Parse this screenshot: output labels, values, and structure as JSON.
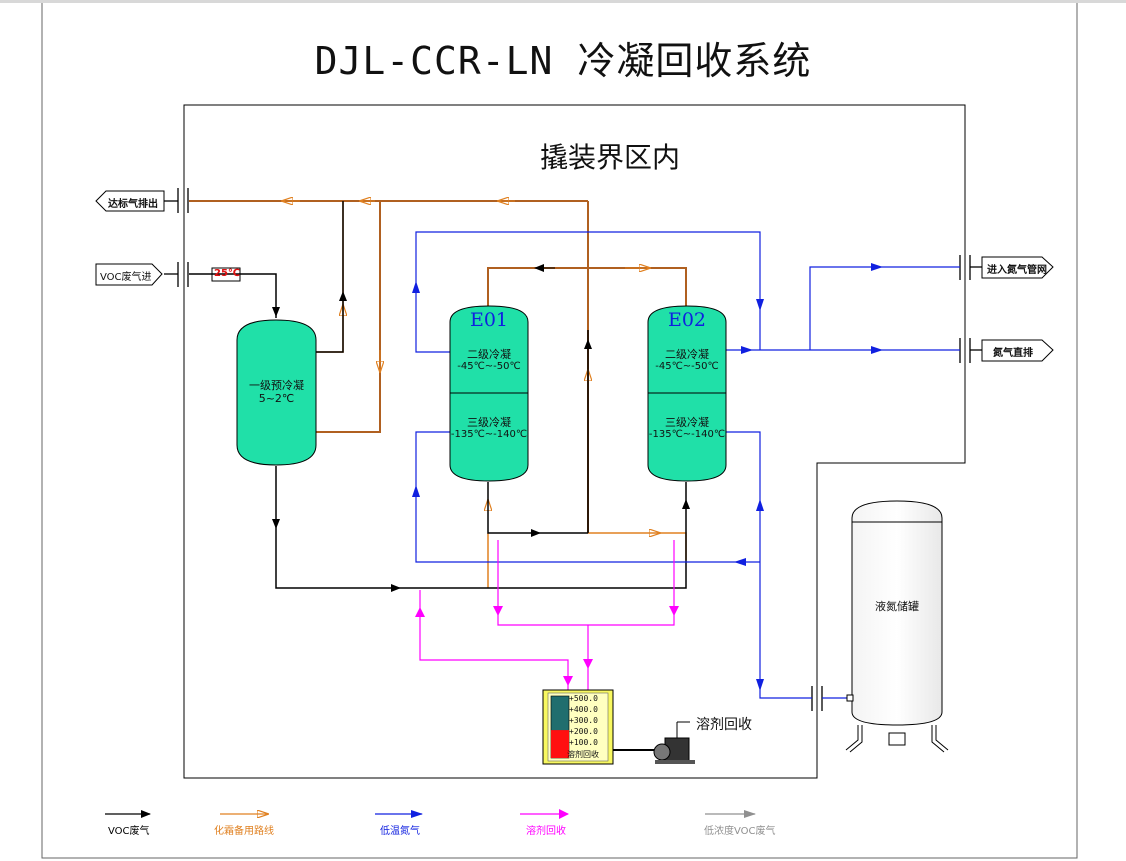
{
  "title": "DJL-CCR-LN 冷凝回收系统",
  "zone_label": "撬装界区内",
  "inlets_outlets": {
    "discharge": "达标气排出",
    "voc_in": "VOC废气进",
    "to_nitrogen_network": "进入氮气管网",
    "nitrogen_vent": "氮气直排"
  },
  "inlet_temperature": "25℃",
  "vessels": {
    "precooler": {
      "line1": "一级预冷凝",
      "line2": "5~2℃"
    },
    "e01": {
      "tag": "E01",
      "upper_line1": "二级冷凝",
      "upper_line2": "-45℃~-50℃",
      "lower_line1": "三级冷凝",
      "lower_line2": "-135℃~-140℃"
    },
    "e02": {
      "tag": "E02",
      "upper_line1": "二级冷凝",
      "upper_line2": "-45℃~-50℃",
      "lower_line1": "三级冷凝",
      "lower_line2": "-135℃~-140℃"
    },
    "ln2_tank": "液氮储罐"
  },
  "solvent_tank": {
    "scale": [
      "+500.0",
      "+400.0",
      "+300.0",
      "+200.0",
      "+100.0"
    ],
    "label": "溶剂回收",
    "level_fraction": 0.45
  },
  "solvent_recovery_label": "溶剂回收",
  "legend": [
    {
      "label": "VOC废气",
      "color": "#000000"
    },
    {
      "label": "化霜备用路线",
      "color": "#e08020"
    },
    {
      "label": "低温氮气",
      "color": "#1020e0"
    },
    {
      "label": "溶剂回收",
      "color": "#ff00ff"
    },
    {
      "label": "低浓度VOC废气",
      "color": "#909090"
    }
  ],
  "colors": {
    "voc": "#000000",
    "defrost": "#e08020",
    "defrost_dark": "#a0501a",
    "nitrogen": "#1020e0",
    "solvent": "#ff00ff",
    "vessel_fill": "#20e0a8",
    "tank_dark": "#206e6e",
    "tank_red": "#ff1010"
  }
}
